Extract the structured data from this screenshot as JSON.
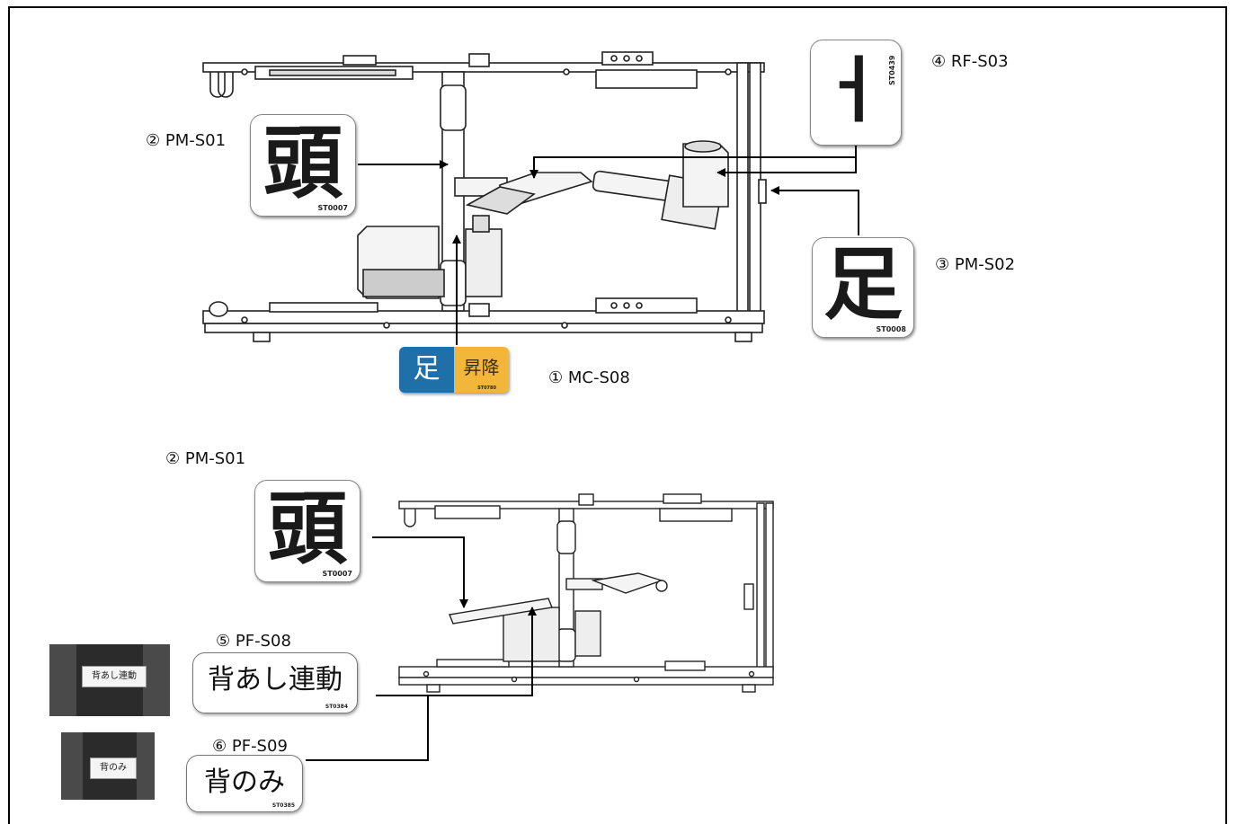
{
  "callouts": {
    "pm_s01_top": "② PM-S01",
    "rf_s03": "④ RF-S03",
    "pm_s02": "③ PM-S02",
    "mc_s08": "① MC-S08",
    "pm_s01_bottom": "② PM-S01",
    "pf_s08": "⑤ PF-S08",
    "pf_s09": "⑥ PF-S09"
  },
  "stickers": {
    "head_top": {
      "kanji": "頭",
      "code": "ST0007"
    },
    "rf": {
      "glyph": "ㅓ",
      "code": "ST0439"
    },
    "foot": {
      "kanji": "足",
      "code": "ST0008"
    },
    "mc": {
      "left": "足",
      "right": "昇降",
      "code": "ST0780"
    },
    "head_bottom": {
      "kanji": "頭",
      "code": "ST0007"
    },
    "back_link": {
      "text": "背あし連動",
      "code": "ST0384"
    },
    "back_only": {
      "text": "背のみ",
      "code": "ST0385"
    }
  },
  "photos": {
    "back_link_tag": "背あし連動",
    "back_only_tag": "背のみ"
  },
  "colors": {
    "mc_left": "#1f6fa8",
    "mc_right": "#f2b63a",
    "line": "#000000"
  }
}
